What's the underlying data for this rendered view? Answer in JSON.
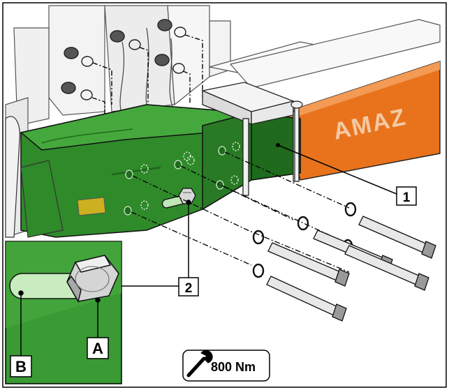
{
  "callouts": {
    "part_1": "1",
    "part_2": "2",
    "detail_a": "A",
    "detail_b": "B"
  },
  "brand_text": "AMAZ",
  "torque": {
    "value": "800 Nm",
    "icon": "wrench-icon"
  },
  "colors": {
    "frame_green": "#2f8a2a",
    "frame_green_dark": "#1f6a1d",
    "accent_orange": "#e8731c",
    "machine_grey": "#efefef",
    "outline": "#000000"
  }
}
